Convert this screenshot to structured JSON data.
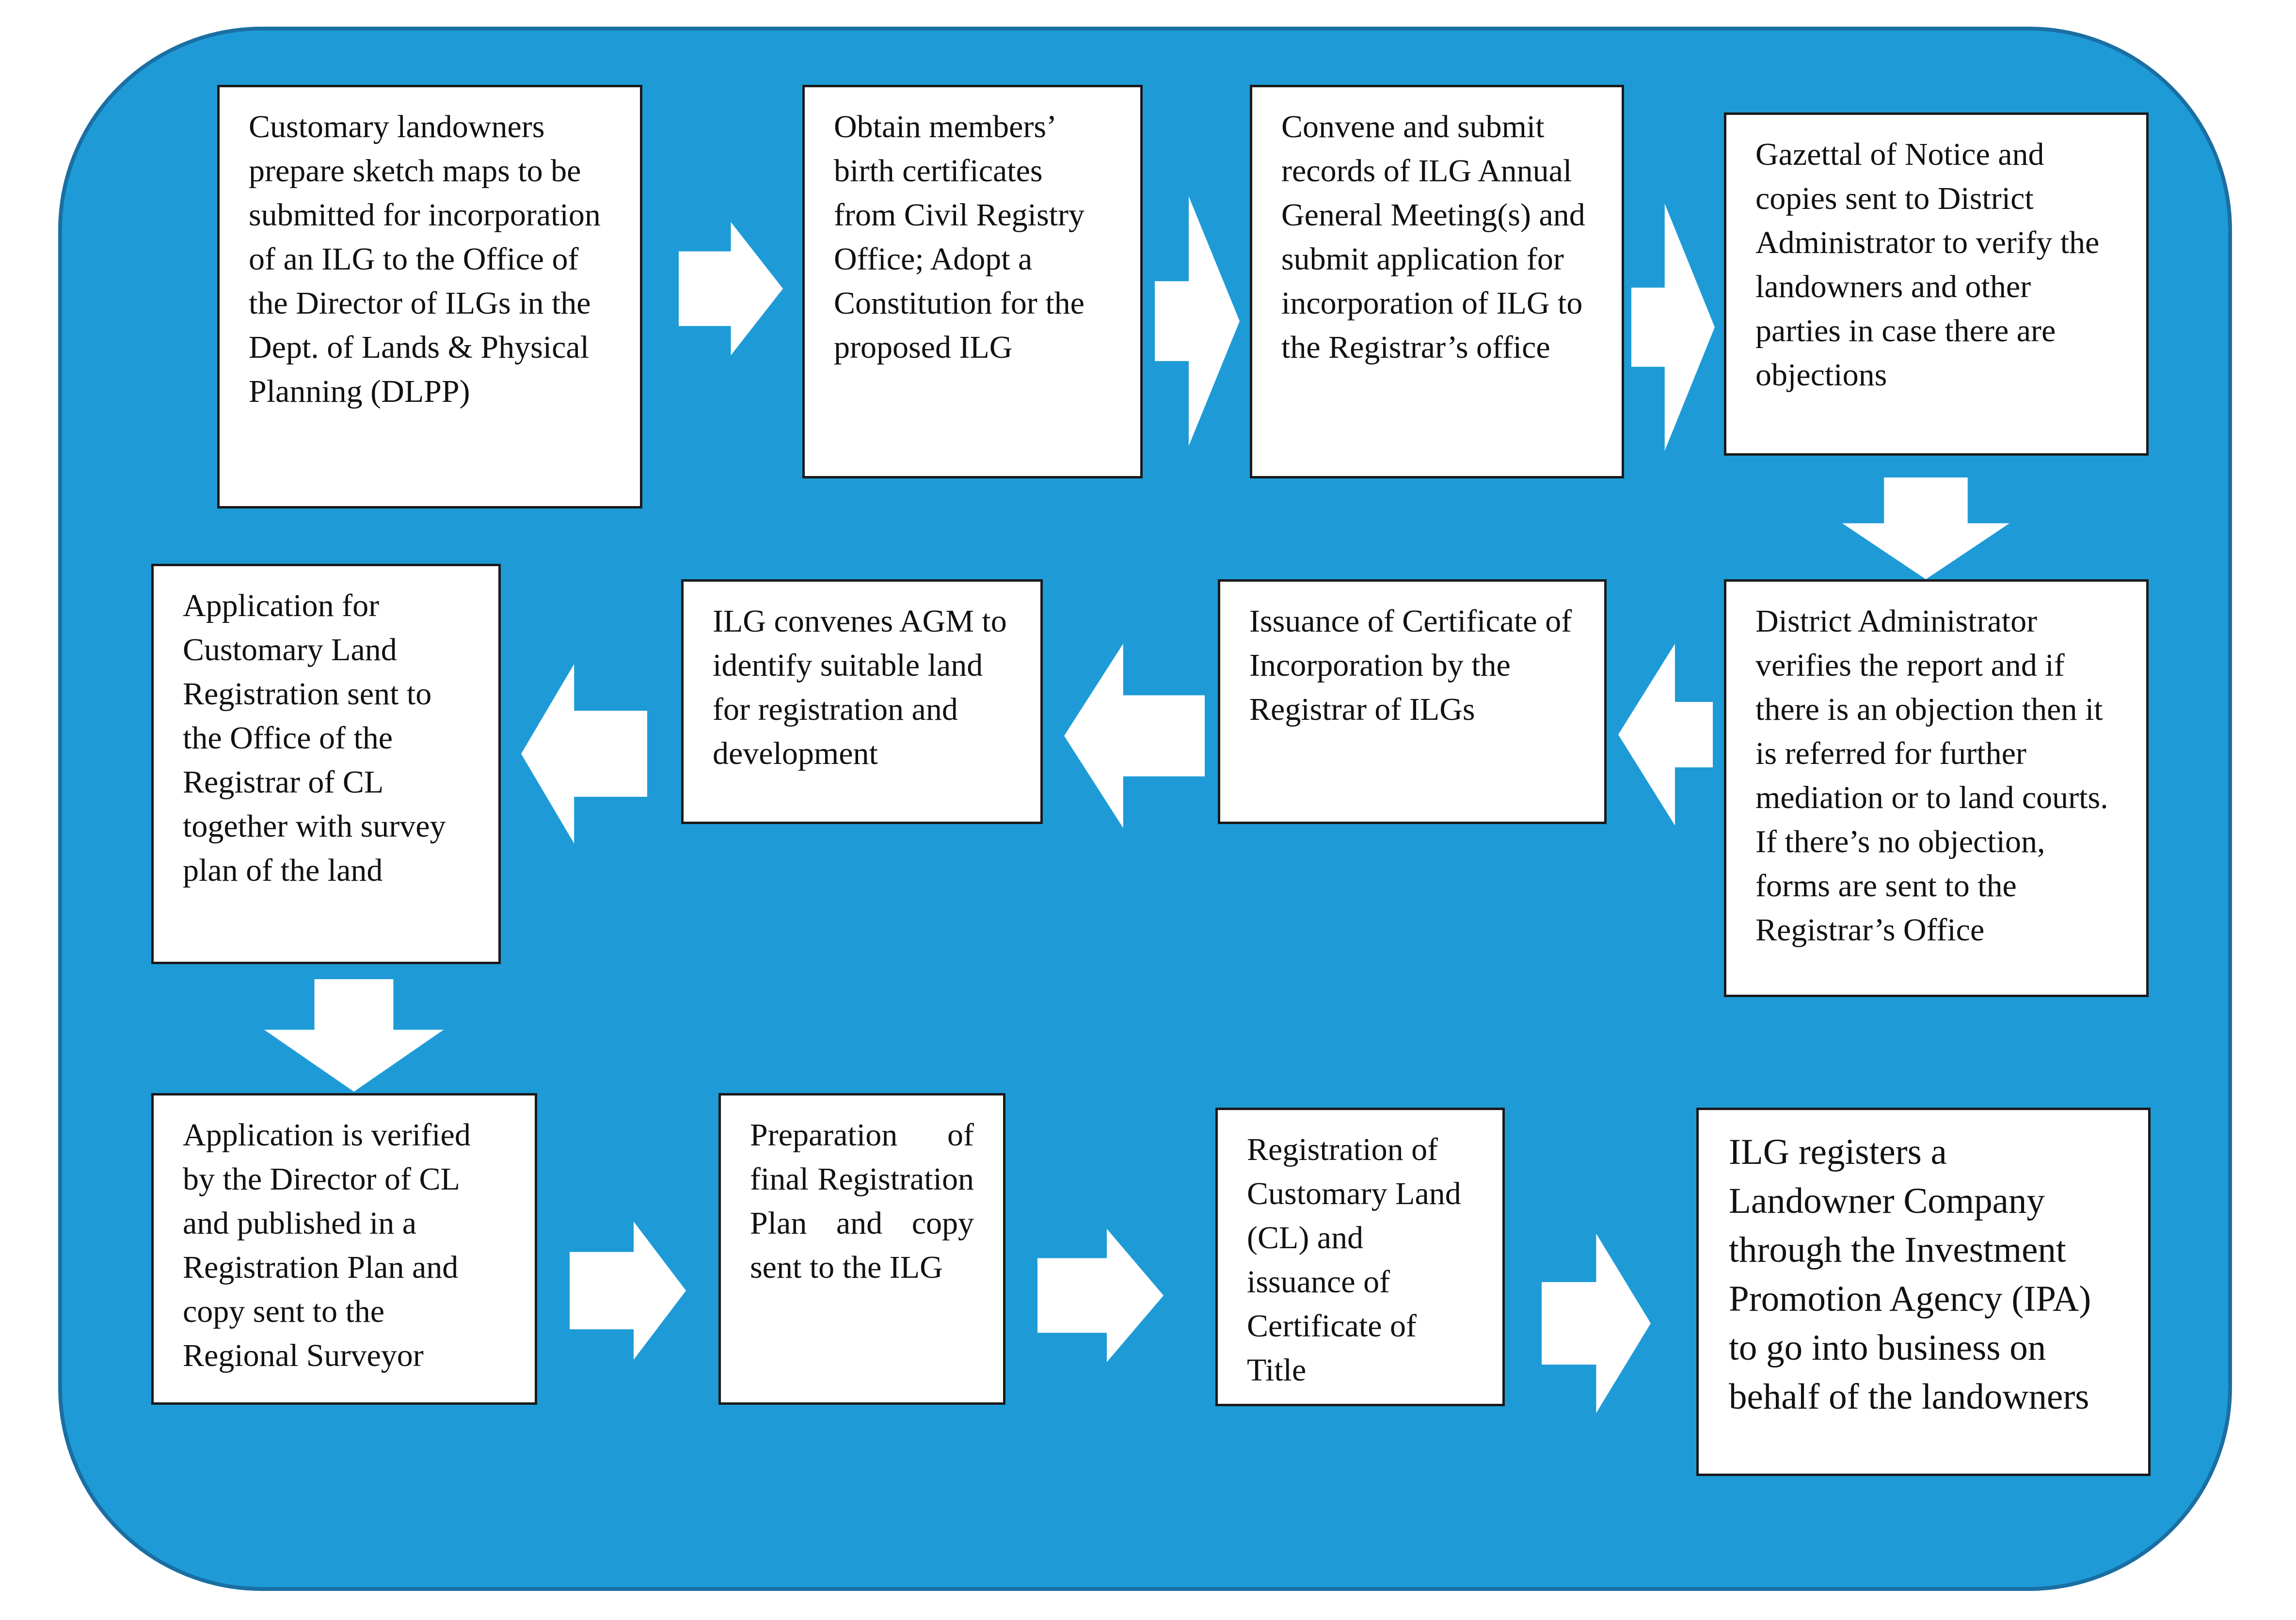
{
  "colors": {
    "panel": "#1e9bd7",
    "panel_border": "#1a6fa3",
    "box": "#ffffff",
    "arrow": "#ffffff"
  },
  "steps": [
    {
      "text": "Customary landowners prepare sketch maps to be submitted for incorporation of an ILG to the Office of the Director of ILGs in the Dept. of Lands & Physical Planning (DLPP)"
    },
    {
      "text": "Obtain members’ birth certificates from Civil Registry Office; Adopt a Constitution for the proposed ILG"
    },
    {
      "text": "Convene and submit records of ILG Annual General Meeting(s) and submit application for incorporation of ILG to the Registrar’s office"
    },
    {
      "text": "Gazettal of Notice and copies sent to District Administrator to verify the landowners and other parties in case there are objections"
    },
    {
      "text": "District Administrator verifies the report and if there is an objection then it is referred for further mediation or to land courts. If there’s no objection, forms are sent to the Registrar’s Office"
    },
    {
      "text": "Issuance of Certificate of Incorporation by the Registrar of ILGs"
    },
    {
      "text": "ILG convenes AGM to identify suitable land for registration and development"
    },
    {
      "text": "Application for Customary Land Registration sent to the Office of the Registrar of CL together with survey plan of the land"
    },
    {
      "text": "Application is verified by the Director of CL and published in a Registration Plan and copy sent to the Regional Surveyor"
    },
    {
      "text": "Preparation of final Registration Plan and copy sent to the ILG"
    },
    {
      "text": "Registration of Customary Land (CL) and issuance of Certificate of Title"
    },
    {
      "text": "ILG registers a Landowner Company through the Investment Promotion Agency (IPA) to go into business on behalf of the landowners"
    }
  ],
  "arrows": [
    {
      "from": 1,
      "to": 2,
      "direction": "right"
    },
    {
      "from": 2,
      "to": 3,
      "direction": "right"
    },
    {
      "from": 3,
      "to": 4,
      "direction": "right"
    },
    {
      "from": 4,
      "to": 5,
      "direction": "down"
    },
    {
      "from": 5,
      "to": 6,
      "direction": "left"
    },
    {
      "from": 6,
      "to": 7,
      "direction": "left"
    },
    {
      "from": 7,
      "to": 8,
      "direction": "left"
    },
    {
      "from": 8,
      "to": 9,
      "direction": "down"
    },
    {
      "from": 9,
      "to": 10,
      "direction": "right"
    },
    {
      "from": 10,
      "to": 11,
      "direction": "right"
    },
    {
      "from": 11,
      "to": 12,
      "direction": "right"
    }
  ]
}
